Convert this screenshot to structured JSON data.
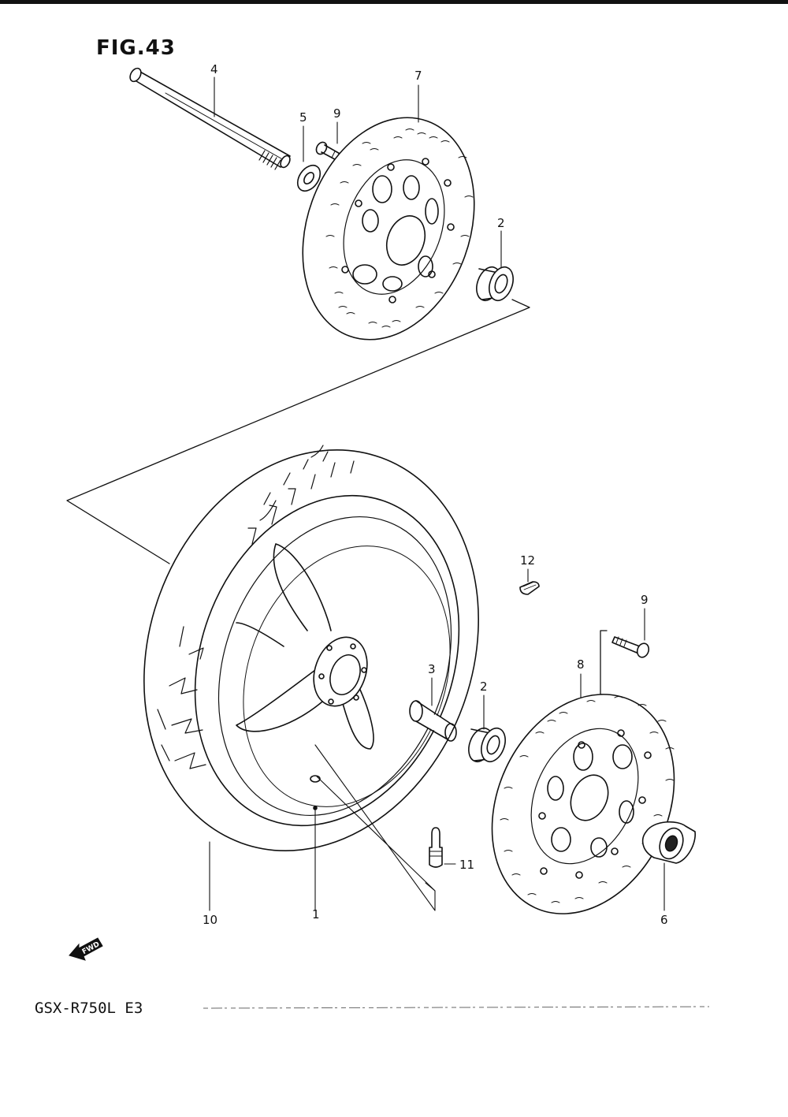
{
  "figure": {
    "title": "FIG.43",
    "model": "GSX-R750L  E3",
    "fwd_icon": "fwd-arrow-icon",
    "fwd_text": "FWD"
  },
  "callouts": [
    {
      "key": "c4",
      "text": "4"
    },
    {
      "key": "c7",
      "text": "7"
    },
    {
      "key": "c5",
      "text": "5"
    },
    {
      "key": "c9a",
      "text": "9"
    },
    {
      "key": "c2a",
      "text": "2"
    },
    {
      "key": "c12",
      "text": "12"
    },
    {
      "key": "c9b",
      "text": "9"
    },
    {
      "key": "c8",
      "text": "8"
    },
    {
      "key": "c3",
      "text": "3"
    },
    {
      "key": "c2b",
      "text": "2"
    },
    {
      "key": "c11",
      "text": "11"
    },
    {
      "key": "c10",
      "text": "10"
    },
    {
      "key": "c1",
      "text": "1"
    },
    {
      "key": "c6",
      "text": "6"
    }
  ]
}
